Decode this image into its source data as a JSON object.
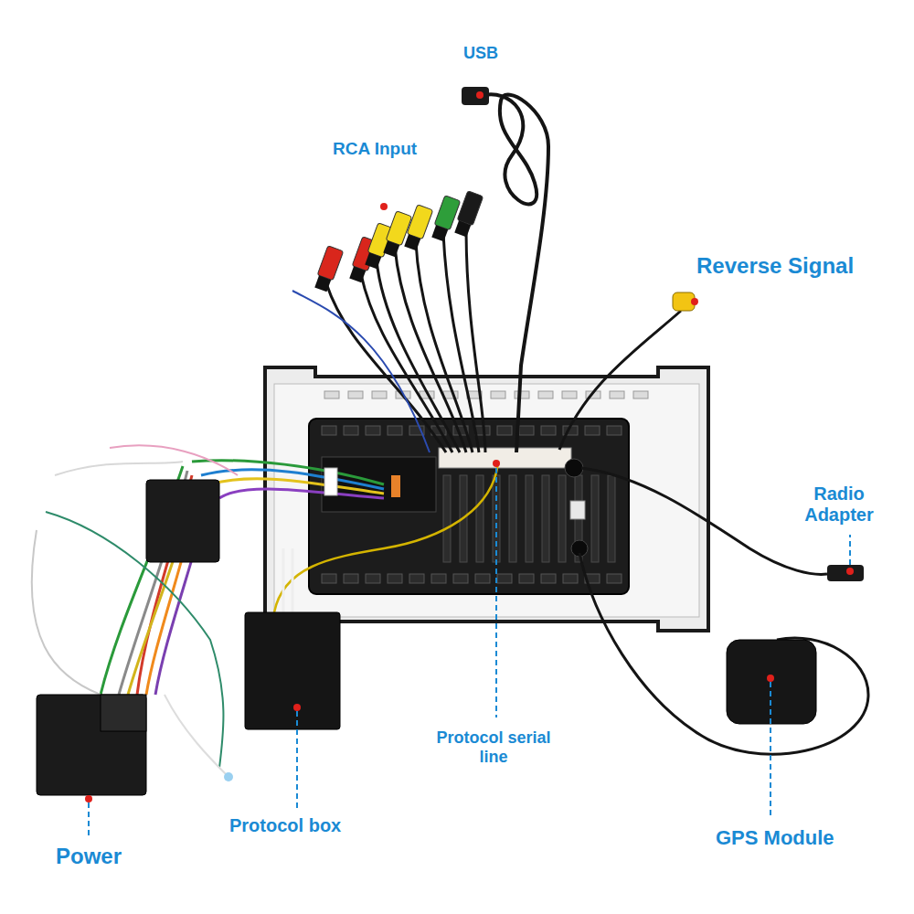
{
  "diagram": {
    "labels": [
      "USB",
      "RCA Input",
      "Reverse Signal",
      "Radio Adapter",
      "Protocol serial line",
      "Protocol box",
      "Power",
      "GPS Module"
    ]
  }
}
